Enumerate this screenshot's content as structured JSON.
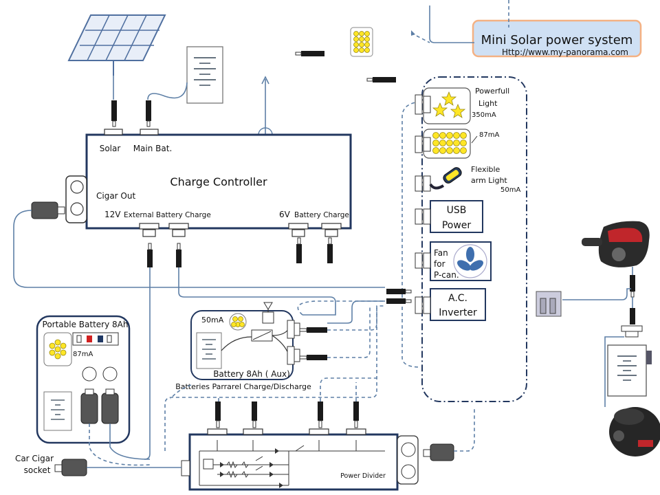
{
  "title_banner": {
    "title": "Mini Solar power system",
    "url": "Http://www.my-panorama.com"
  },
  "charge_controller": {
    "title": "Charge  Controller",
    "solar_label": "Solar",
    "main_bat_label": "Main Bat.",
    "cigar_out_label": "Cigar Out",
    "ext_charge_volt": "12V",
    "ext_charge_label": "External Battery  Charge",
    "six_volt": "6V",
    "six_volt_label": "Battery  Charge"
  },
  "loads": {
    "powerfull_light_l1": "Powerfull",
    "powerfull_light_l2": "Light",
    "powerfull_light_current": "350mA",
    "panel_light_current": "87mA",
    "flex_l1": "Flexible",
    "flex_l2": "arm  Light",
    "flex_current": "50mA",
    "usb_l1": "USB",
    "usb_l2": "Power",
    "fan_l1": "Fan",
    "fan_l2": "for",
    "fan_l3": "P-can.",
    "ac_l1": "A.C.",
    "ac_l2": "Inverter"
  },
  "portable_battery": {
    "title": "Portable Battery  8Ah",
    "light_current": "87mA"
  },
  "aux_battery": {
    "light_current": "50mA",
    "label": "Battery  8Ah ( Aux)",
    "caption": "Batteries Parrarel  Charge/Discharge"
  },
  "car_cigar": {
    "l1": "Car  Cigar",
    "l2": "socket"
  },
  "power_divider": {
    "label": "Power  Divider"
  },
  "colors": {
    "box_stroke": "#22375f",
    "wire": "#5d7fa6",
    "banner_fill": "#cfe0f4",
    "banner_border": "#f4b183",
    "title_color": "#1f3864"
  }
}
